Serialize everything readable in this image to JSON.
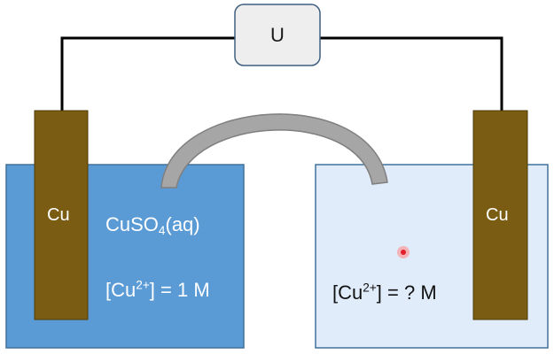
{
  "meter": {
    "label": "U"
  },
  "left_cell": {
    "electrode_label": "Cu",
    "solution": {
      "formula_pre": "CuSO",
      "formula_sub": "4",
      "formula_post": "(aq)"
    },
    "concentration": {
      "pre": "[Cu",
      "sup": "2+",
      "post": "] = 1 M"
    }
  },
  "right_cell": {
    "electrode_label": "Cu",
    "concentration": {
      "pre": "[Cu",
      "sup": "2+",
      "post": "] = ? M"
    }
  },
  "colors": {
    "left_solution": "#5b9bd5",
    "right_solution": "#e1ecfa",
    "container_border": "#41719c",
    "electrode": "#7a5c13",
    "salt_bridge": "#a6a6a6",
    "wire": "#000000",
    "meter_fill": "#eeeeee",
    "meter_border": "#3f5f80",
    "pointer": "#e0202a"
  }
}
